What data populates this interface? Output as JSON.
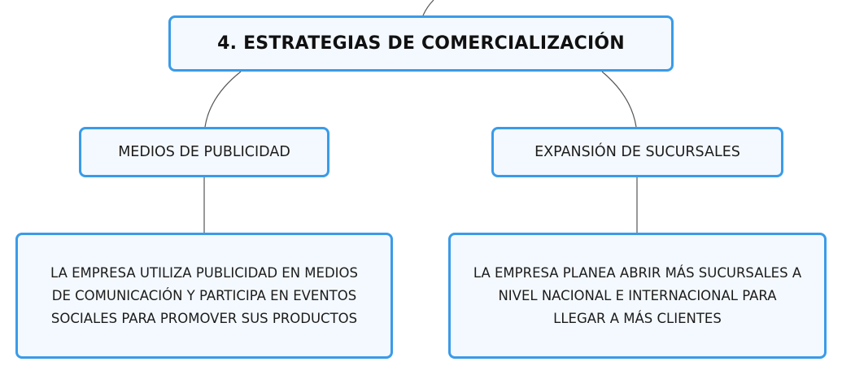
{
  "root": {
    "label": "4. ESTRATEGIAS DE COMERCIALIZACIÓN"
  },
  "branches": [
    {
      "label": "MEDIOS DE PUBLICIDAD",
      "detail": "LA EMPRESA UTILIZA PUBLICIDAD EN MEDIOS\nDE COMUNICACIÓN Y PARTICIPA EN EVENTOS\nSOCIALES PARA PROMOVER SUS PRODUCTOS"
    },
    {
      "label": "EXPANSIÓN DE SUCURSALES",
      "detail": "LA EMPRESA PLANEA ABRIR MÁS SUCURSALES A\nNIVEL NACIONAL E INTERNACIONAL PARA\nLLEGAR A MÁS CLIENTES"
    }
  ],
  "colors": {
    "node_border": "#3a9be8",
    "node_fill": "#f4f9ff",
    "connector": "#555555"
  }
}
